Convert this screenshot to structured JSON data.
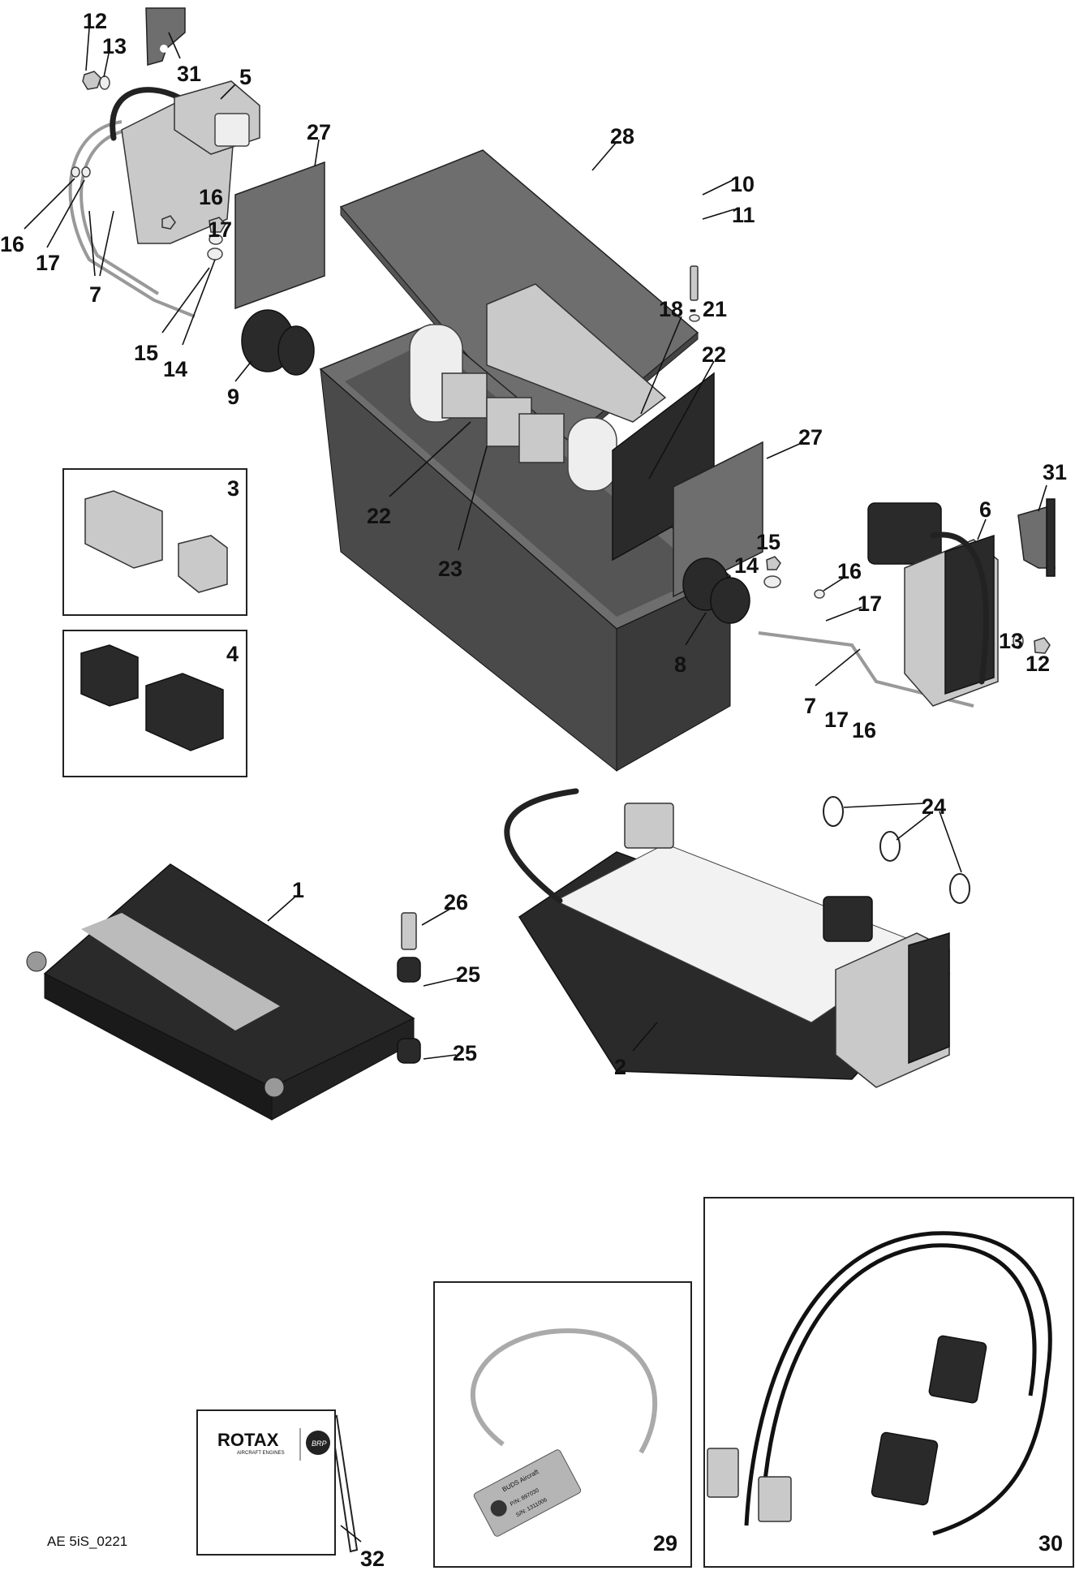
{
  "diagram": {
    "reference_code": "AE 5iS_0221",
    "callouts": {
      "c1": "1",
      "c2": "2",
      "c3": "3",
      "c4": "4",
      "c5": "5",
      "c6": "6",
      "c7a": "7",
      "c7b": "7",
      "c8": "8",
      "c9": "9",
      "c10": "10",
      "c11": "11",
      "c12a": "12",
      "c12b": "12",
      "c13a": "13",
      "c13b": "13",
      "c14a": "14",
      "c14b": "14",
      "c15a": "15",
      "c15b": "15",
      "c16a": "16",
      "c16b": "16",
      "c16c": "16",
      "c16d": "16",
      "c17a": "17",
      "c17b": "17",
      "c17c": "17",
      "c17d": "17",
      "c18_21": "18 - 21",
      "c22a": "22",
      "c22b": "22",
      "c23": "23",
      "c24": "24",
      "c25a": "25",
      "c25b": "25",
      "c26": "26",
      "c27a": "27",
      "c27b": "27",
      "c28": "28",
      "c29": "29",
      "c30": "30",
      "c31a": "31",
      "c31b": "31",
      "c32": "32"
    },
    "manual": {
      "brand": "ROTAX",
      "subtitle": "AIRCRAFT ENGINES",
      "badge": "BRP"
    },
    "buds_interface": {
      "title": "BUDS Aircraft",
      "part_number": "P/N: 897030",
      "serial_number": "S/N: 1311006"
    }
  }
}
